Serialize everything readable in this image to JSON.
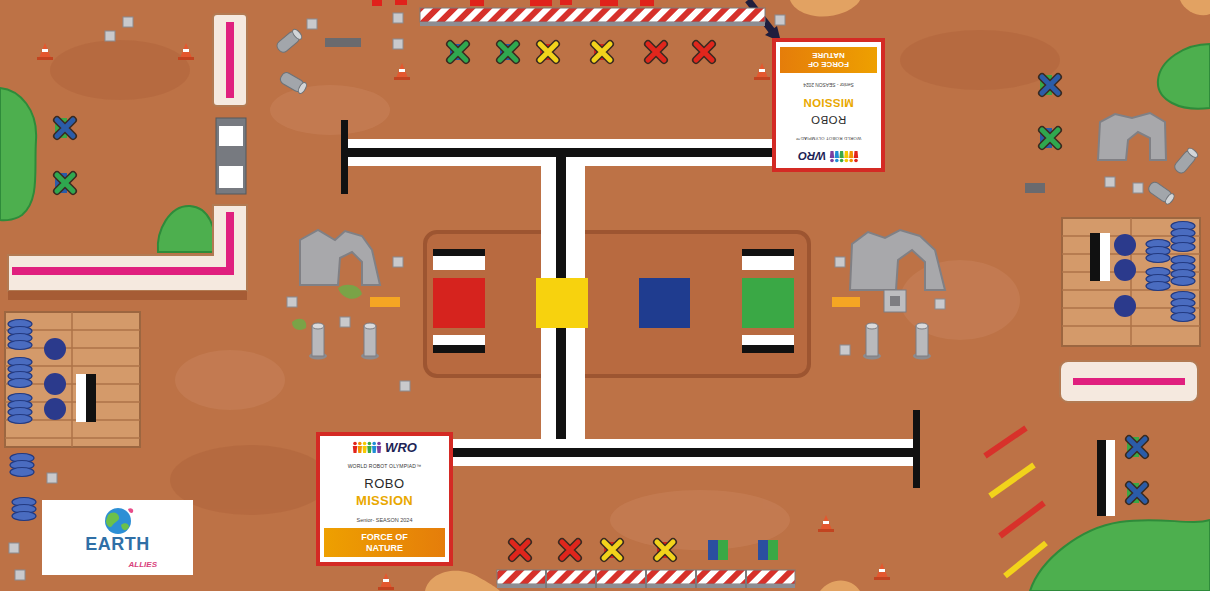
{
  "diagram": {
    "nodes": [
      {
        "text": [
          "WRO",
          "WORLD ROBOT OLYMPIAD™",
          "ROBO",
          "MISSION",
          "Senior - SEASON 2024",
          "FORCE OF NATURE"
        ]
      },
      {
        "text": [
          "WRO",
          "WORLD ROBOT OLYMPIAD™",
          "ROBO",
          "MISSION",
          "Senior- SEASON 2024",
          "FORCE OF NATURE"
        ]
      },
      {
        "text": [
          "EARTH",
          "ALLIES"
        ]
      }
    ]
  }
}
